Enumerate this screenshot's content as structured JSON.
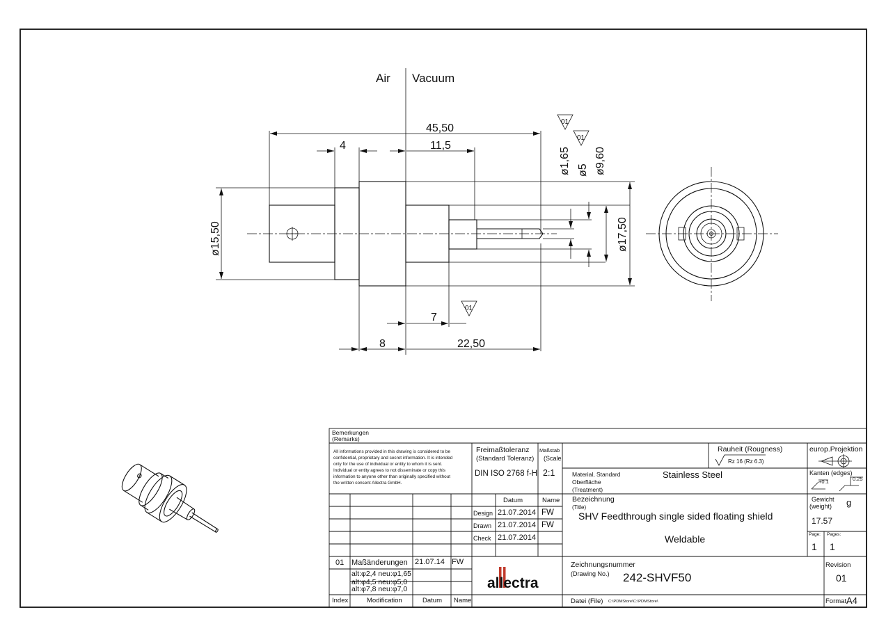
{
  "zones": {
    "left": "Air",
    "right": "Vacuum"
  },
  "dimensions": {
    "overall_length": "45,50",
    "d1": "4",
    "d2": "11,5",
    "d3": "7",
    "d4": "8",
    "d5": "22,50",
    "dia_left": "ø15,50",
    "dia_right": "ø17,50",
    "dia_pin": "ø1,65",
    "dia_5": "ø5",
    "dia_960": "ø9,60",
    "surface_mark": "01"
  },
  "title_block": {
    "remarks_label": "Bemerkungen",
    "remarks_label_en": "(Remarks)",
    "remarks_text": [
      "All informations provided in this drawing is considered to be",
      "confidential, proprietary and secret information. It is intended",
      "only for the use of individual or entity to whom it is sent.",
      "Individual or entity agrees to not disseminate or copy this",
      "information to anyone other than originally specified without",
      "the written consent Allectra GmbH."
    ],
    "tolerance_label": "Freimaßtoleranz",
    "tolerance_label_en": "(Standard Toleranz)",
    "tolerance_value": "DIN ISO 2768 f-H",
    "scale_label": "Maßstab",
    "scale_label_en": "(Scale",
    "scale_value": "2:1",
    "roughness_label": "Rauheit (Rougness)",
    "roughness_value": "Rz 16 (Rz 6.3)",
    "projection_label": "europ.Projektion",
    "material_label": "Material, Standard",
    "surface_label": "Oberfläche",
    "treatment_label": "(Treatment)",
    "material_value": "Stainless Steel",
    "edges_label": "Kanten (edges)",
    "edge_a": "+0.1",
    "edge_b": "0.25",
    "datum_label": "Datum",
    "name_label": "Name",
    "design_label": "Design",
    "design_date": "21.07.2014",
    "design_name": "FW",
    "drawn_label": "Drawn",
    "drawn_date": "21.07.2014",
    "drawn_name": "FW",
    "check_label": "Check",
    "check_date": "21.07.2014",
    "title_label": "Bezeichnung",
    "title_label_en": "(Title)",
    "title_line1": "SHV Feedthrough single sided floating shield",
    "title_line2": "Weldable",
    "weight_label": "Gewicht",
    "weight_label_en": "(weight)",
    "weight_unit": "g",
    "weight_value": "17.57",
    "page_label": "Page:",
    "page_value": "1",
    "pages_label": "Pages:",
    "pages_value": "1",
    "rev_index": "01",
    "rev_title": "Maßänderungen",
    "rev_date": "21.07.14",
    "rev_name": "FW",
    "rev_lines": [
      "alt:φ2,4  neu:φ1,65",
      "alt:φ4,5  neu:φ5,0",
      "alt:φ7,8  neu:φ7,0"
    ],
    "index_label": "Index",
    "modification_label": "Modification",
    "datum_label_bottom": "Datum",
    "name_label_bottom": "Name",
    "logo_text": "allectra",
    "drawing_no_label": "Zeichnungsnummer",
    "drawing_no_label_en": "(Drawing No.)",
    "drawing_no": "242-SHVF50",
    "revision_label": "Revision",
    "revision_value": "01",
    "file_label": "Datei (File)",
    "file_value": "C:\\PDMStore\\C:\\PDMStore\\",
    "format_label": "Format",
    "format_value": "A4"
  }
}
